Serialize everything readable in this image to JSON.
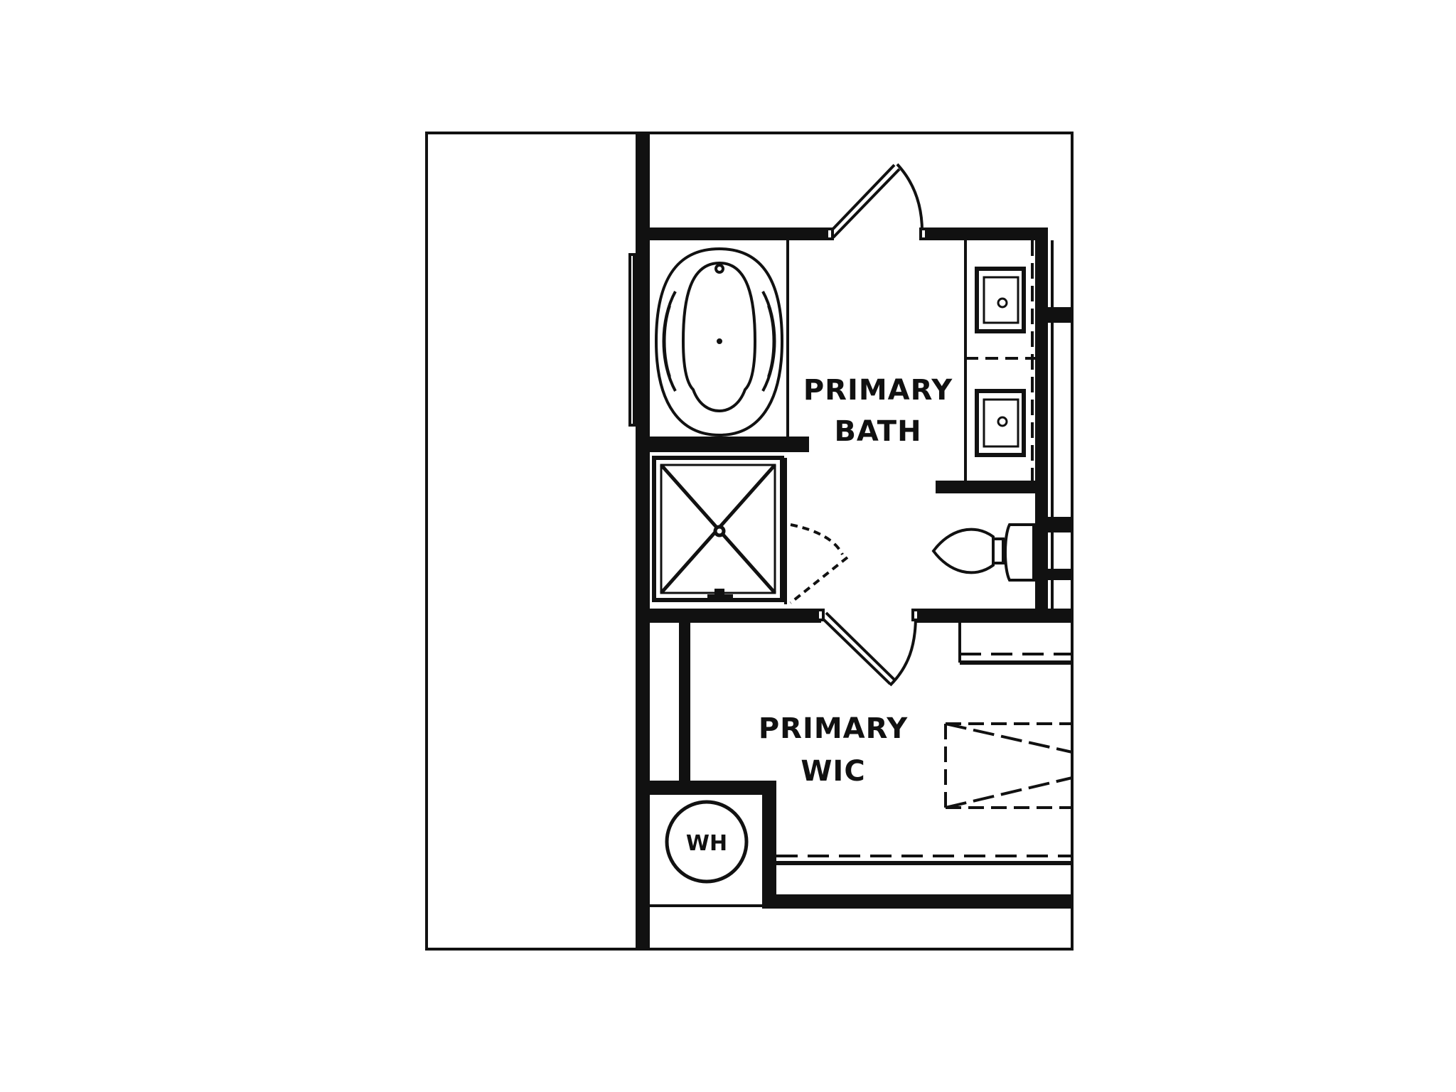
{
  "rooms": {
    "primary_bath": {
      "line1": "PRIMARY",
      "line2": "BATH"
    },
    "primary_wic": {
      "line1": "PRIMARY",
      "line2": "WIC"
    },
    "water_heater": {
      "label": "WH"
    }
  },
  "colors": {
    "wall": "#111111",
    "background": "#ffffff"
  }
}
